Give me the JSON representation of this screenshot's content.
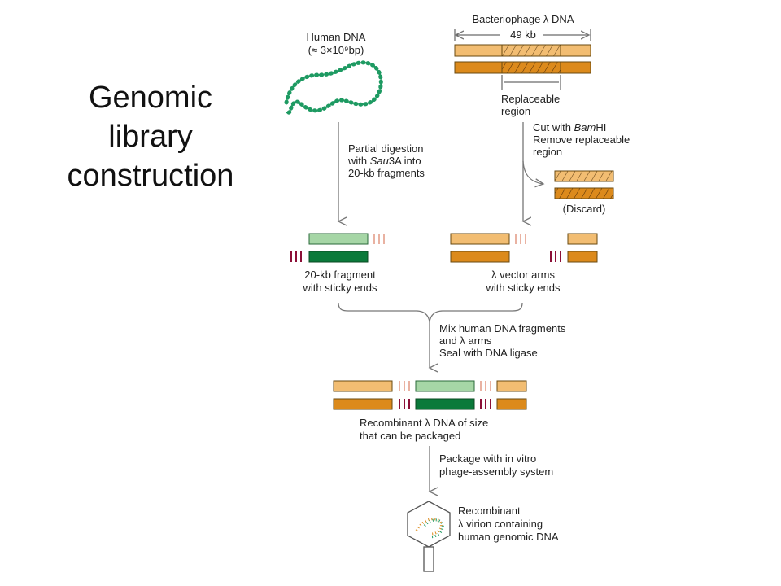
{
  "slide": {
    "title_lines": [
      "Genomic",
      "library",
      "construction"
    ]
  },
  "diagram": {
    "human_dna": {
      "label": "Human DNA",
      "size": "(≈ 3×10⁹bp)"
    },
    "lambda_dna": {
      "label": "Bacteriophage λ DNA",
      "length": "49 kb",
      "replaceable_line1": "Replaceable",
      "replaceable_line2": "region"
    },
    "step_digest": {
      "line1": "Partial digestion",
      "line2_pre": "with ",
      "line2_italic": "Sau",
      "line2_post": "3A into",
      "line3": "20-kb fragments"
    },
    "step_cut": {
      "line1_pre": "Cut with ",
      "line1_italic": "Bam",
      "line1_post": "HI",
      "line2": "Remove replaceable",
      "line3": "region"
    },
    "discard_label": "(Discard)",
    "fragment_label": {
      "line1": "20-kb fragment",
      "line2": "with sticky ends"
    },
    "arms_label": {
      "line1": "λ vector arms",
      "line2": "with sticky ends"
    },
    "step_mix": {
      "line1": "Mix human DNA fragments",
      "line2": "and λ arms",
      "line3": "Seal with DNA ligase"
    },
    "recombinant_label": {
      "line1": "Recombinant λ DNA of size",
      "line2": "that can be packaged"
    },
    "step_package": {
      "line1": "Package with in vitro",
      "line2": "phage-assembly system"
    },
    "virion_label": {
      "line1": "Recombinant",
      "line2": "λ virion containing",
      "line3": "human genomic DNA"
    },
    "colors": {
      "light_orange": "#f2bd72",
      "dark_orange": "#dc8a1c",
      "light_green": "#a6d6a6",
      "dark_green": "#0a7a3a",
      "helix_green": "#1e9a62",
      "sticky_light": "#e9b2a2",
      "sticky_dark": "#8c1038",
      "arrow_gray": "#777777"
    }
  }
}
